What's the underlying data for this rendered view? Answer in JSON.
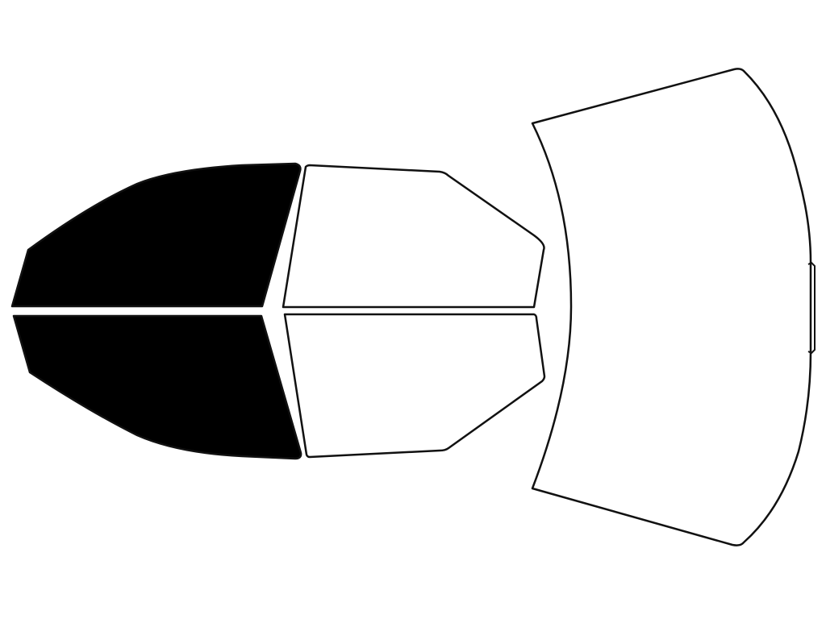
{
  "colors": {
    "background": "#ffffff",
    "outline": "#111111",
    "tinted_fill": "#000000",
    "clear_fill": "#ffffff"
  },
  "panels": [
    {
      "id": "front-door-window-top",
      "tinted": true
    },
    {
      "id": "front-door-window-bottom",
      "tinted": true
    },
    {
      "id": "rear-door-window-top",
      "tinted": false
    },
    {
      "id": "rear-door-window-bottom",
      "tinted": false
    },
    {
      "id": "rear-windshield",
      "tinted": false
    }
  ]
}
